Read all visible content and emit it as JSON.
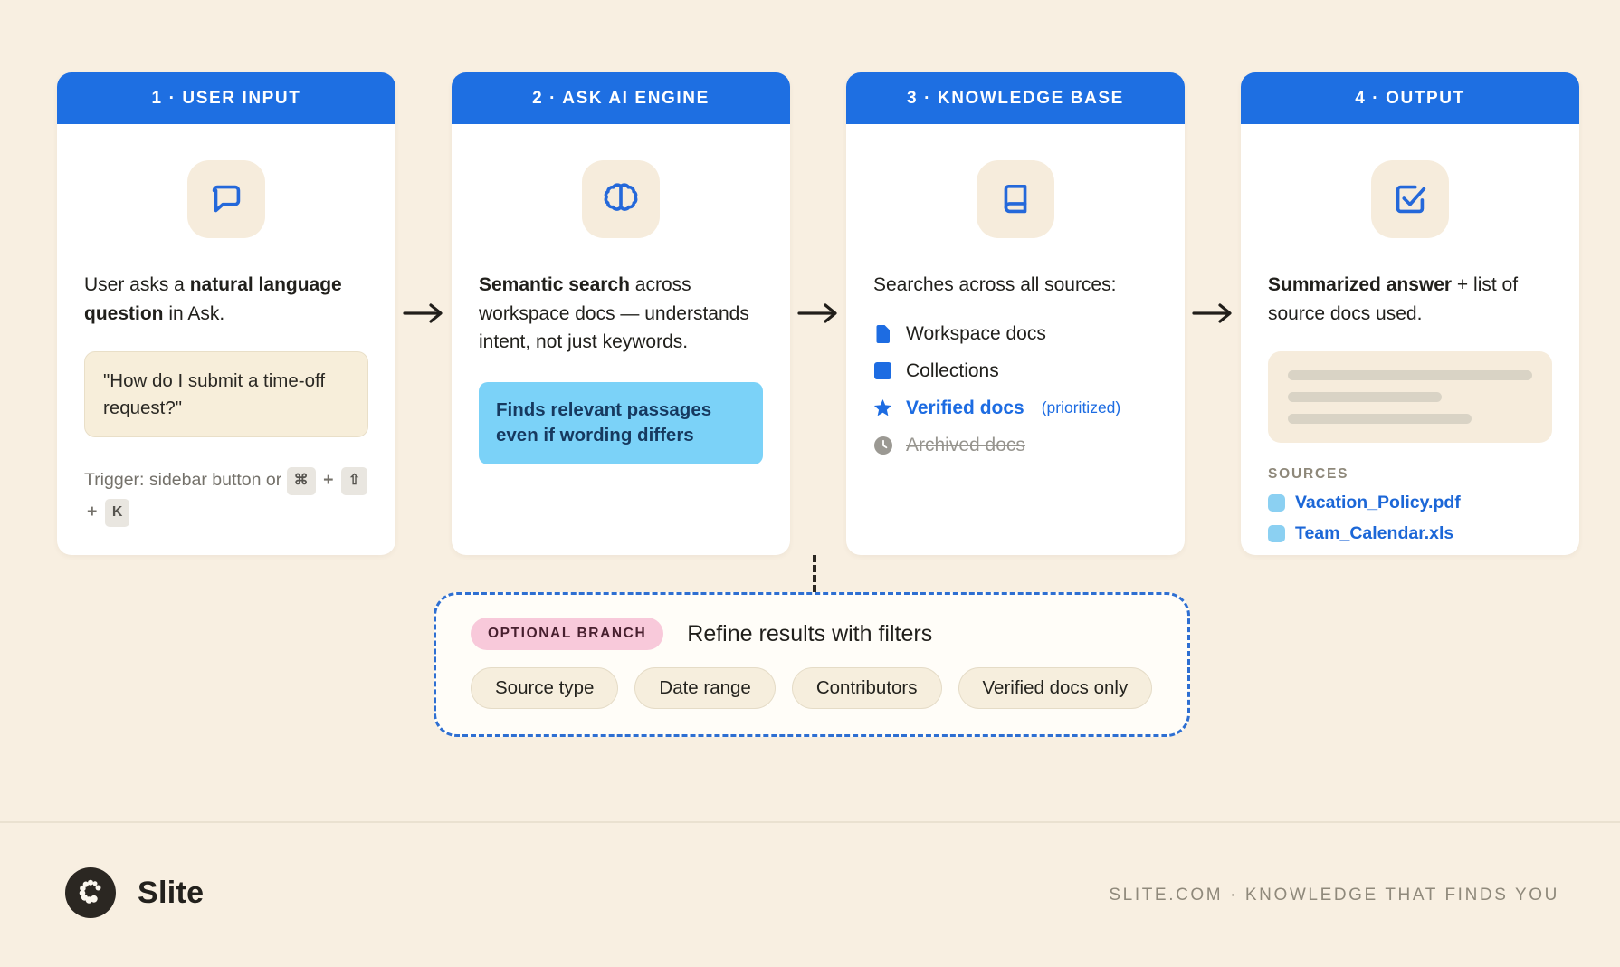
{
  "cards": [
    {
      "header": "1 · USER INPUT",
      "icon": "chat-bubble-icon",
      "text": {
        "pre": "User asks a ",
        "bold": "natural language question",
        "post": " in Ask."
      },
      "quote": "\"How do I submit a time-off request?\"",
      "trigger": {
        "pre": "Trigger: sidebar button or ",
        "separator": "+",
        "keys": [
          "⌘",
          "⇧",
          "K"
        ]
      }
    },
    {
      "header": "2 · ASK AI ENGINE",
      "icon": "brain-icon",
      "text": {
        "pre": "",
        "bold": "Semantic search",
        "post": " across workspace docs — understands intent, not just keywords."
      },
      "callout": "Finds relevant passages even if wording differs"
    },
    {
      "header": "3 · KNOWLEDGE BASE",
      "icon": "book-icon",
      "text": {
        "pre": "Searches across all sources:",
        "bold": "",
        "post": ""
      },
      "list": [
        {
          "icon": "document-icon",
          "label": "Workspace docs"
        },
        {
          "icon": "collection-icon",
          "label": "Collections"
        },
        {
          "icon": "star-icon",
          "label": "Verified docs",
          "suffix": "(prioritized)"
        },
        {
          "icon": "clock-icon",
          "label": "Archived docs"
        }
      ]
    },
    {
      "header": "4 · OUTPUT",
      "icon": "check-square-icon",
      "text": {
        "pre": "",
        "bold": "Summarized answer",
        "post": " + list of source docs used."
      },
      "sources_label": "SOURCES",
      "files": [
        "Vacation_Policy.pdf",
        "Team_Calendar.xls"
      ]
    }
  ],
  "optional_branch": {
    "badge": "OPTIONAL BRANCH",
    "title": "Refine results with filters",
    "filters": [
      "Source type",
      "Date range",
      "Contributors",
      "Verified docs only"
    ]
  },
  "footer": {
    "brand": "Slite",
    "tagline": "SLITE.COM · KNOWLEDGE THAT FINDS YOU"
  },
  "colors": {
    "background": "#f8efe1",
    "header_blue": "#1e6fe2",
    "accent_blue": "#1d6ce2",
    "callout_blue": "#7bd2f8",
    "badge_pink": "#f8c9da",
    "dashed_border_blue": "#2e6fd2",
    "link_blue": "#1c67d7",
    "file_chip_blue": "#8bd0f2"
  }
}
